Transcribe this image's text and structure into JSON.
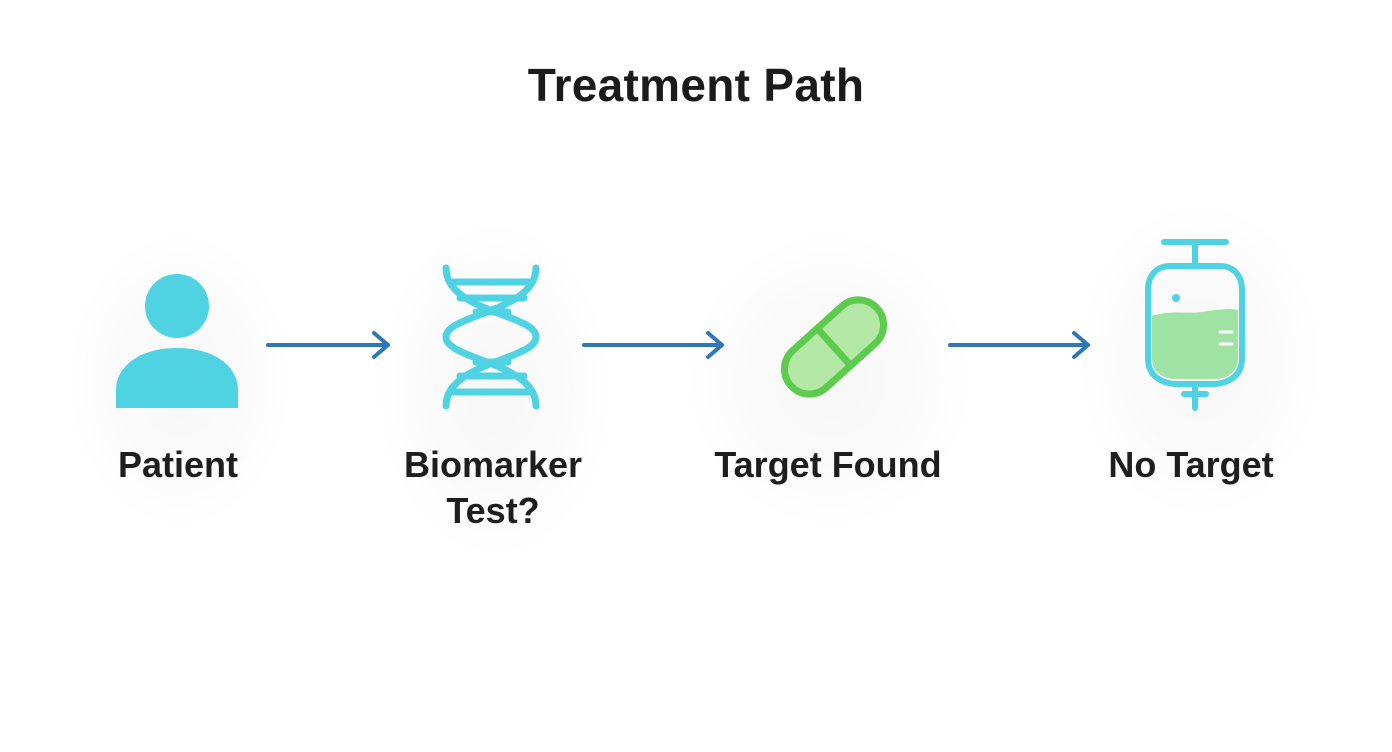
{
  "title": "Treatment Path",
  "colors": {
    "icon_cyan": "#4fd3e3",
    "pill_green_stroke": "#5ccb4e",
    "pill_green_fill": "#b4e8a6",
    "iv_liquid": "#9fe3a4",
    "arrow_blue": "#2f78b8"
  },
  "steps": [
    {
      "icon": "person-icon",
      "label": "Patient"
    },
    {
      "icon": "dna-icon",
      "label": "Biomarker\nTest?"
    },
    {
      "icon": "pill-icon",
      "label": "Target Found"
    },
    {
      "icon": "iv-bag-icon",
      "label": "No Target"
    }
  ],
  "connectors": [
    {
      "from": "Patient",
      "to": "Biomarker\nTest?"
    },
    {
      "from": "Biomarker\nTest?",
      "to": "Target Found"
    },
    {
      "from": "Target Found",
      "to": "No Target"
    }
  ]
}
